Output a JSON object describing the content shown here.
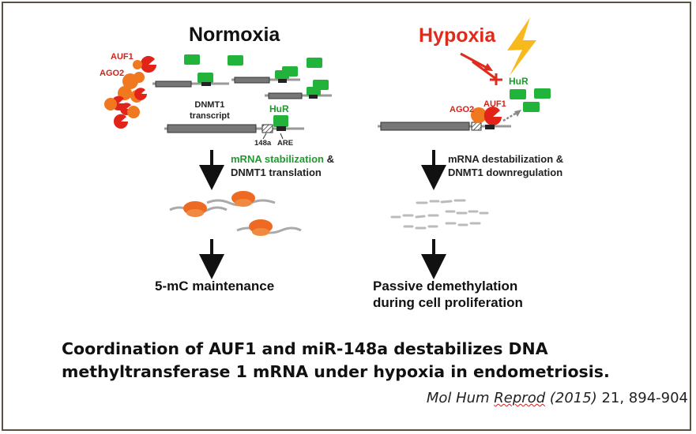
{
  "normoxia": {
    "title": "Normoxia",
    "auf1_label": "AUF1",
    "ago2_label": "AGO2",
    "transcript_label_line1": "DNMT1",
    "transcript_label_line2": "transcript",
    "hur_label": "HuR",
    "mir_site_label": "148a",
    "are_label": "ARE",
    "step_green": "mRNA stabilization",
    "step_amp": " &",
    "step_line2": "DNMT1 translation",
    "outcome": "5-mC maintenance"
  },
  "hypoxia": {
    "title": "Hypoxia",
    "hur_label": "HuR",
    "ago2_label": "AGO2",
    "auf1_label": "AUF1",
    "step_line1": "mRNA destabilization &",
    "step_line2": "DNMT1 downregulation",
    "outcome_line1": "Passive demethylation",
    "outcome_line2": "during cell proliferation"
  },
  "caption": {
    "line1": "Coordination of AUF1 and miR-148a destabilizes DNA",
    "line2": "methyltransferase 1 mRNA under hypoxia in endometriosis."
  },
  "citation": {
    "journal_part1": "Mol Hum ",
    "journal_part2": "Reprod",
    "year": " (2015)",
    "volume_pages": " 21, 894-904"
  },
  "colors": {
    "auf1_red": "#e2231a",
    "ago2_orange": "#f0781e",
    "hur_green": "#22b33a",
    "hypoxia_red": "#e02b1c",
    "lightning_yellow": "#f7b91b",
    "border": "#595241"
  },
  "icons": {
    "hypoxia_symbol": "lightning-bolt-icon"
  }
}
